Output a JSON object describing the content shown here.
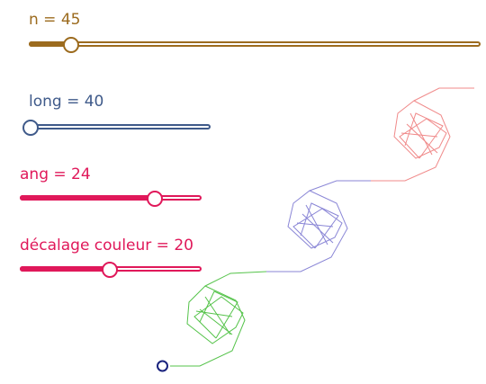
{
  "sliders": {
    "n": {
      "label": "n = 45",
      "value": 45,
      "fraction": 0.09,
      "color": "#9c6b1e"
    },
    "long": {
      "label": "long = 40",
      "value": 40,
      "fraction": 0.0,
      "color": "#3f5a8a"
    },
    "ang": {
      "label": "ang = 24",
      "value": 24,
      "fraction": 0.73,
      "color": "#e0185a"
    },
    "decalage": {
      "label": "décalage couleur = 20",
      "value": 20,
      "fraction": 0.49,
      "color": "#e0185a"
    }
  },
  "drawing": {
    "colors": [
      "#55c34a",
      "#8a86d6",
      "#f08a8a"
    ],
    "start_point_color": "#1a237e"
  }
}
